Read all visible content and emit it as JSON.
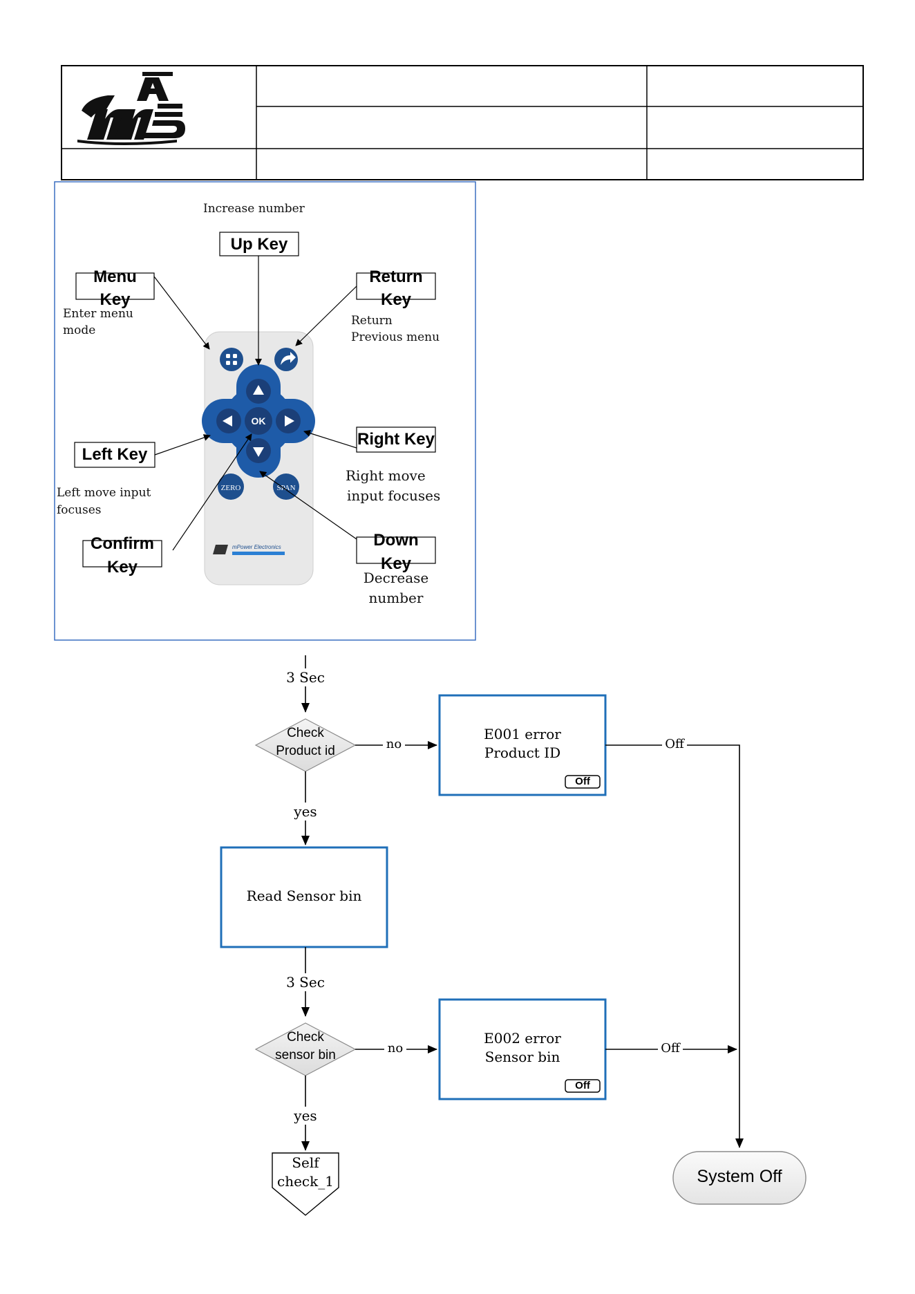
{
  "header": {
    "logo_letters": "mPA",
    "cells": [
      "",
      "",
      "",
      "",
      "",
      ""
    ]
  },
  "keypad": {
    "labels": {
      "up_key": "Up Key",
      "menu_key": "Menu Key",
      "return_key": "Return Key",
      "left_key": "Left Key",
      "right_key": "Right Key",
      "confirm_key": "Confirm Key",
      "down_key": "Down Key"
    },
    "descriptions": {
      "up": "Increase number",
      "menu_1": "Enter menu",
      "menu_2": "mode",
      "return_1": "Return",
      "return_2": "Previous menu",
      "right_1": "Right move",
      "right_2": "input focuses",
      "left_1": "Left move input",
      "left_2": "focuses",
      "down_1": "Decrease",
      "down_2": "number"
    },
    "device_buttons": {
      "ok": "OK",
      "zero": "ZERO",
      "span": "SPAN",
      "brand": "mPower Electronics"
    }
  },
  "flow": {
    "delay_1": "3 Sec",
    "decision_1_line1": "Check",
    "decision_1_line2": "Product id",
    "no_1": "no",
    "error_1_line1": "E001 error",
    "error_1_line2": "Product ID",
    "error_1_button": "Off",
    "off_1": "Off",
    "yes_1": "yes",
    "process_1": "Read Sensor bin",
    "delay_2": "3 Sec",
    "decision_2_line1": "Check",
    "decision_2_line2": "sensor bin",
    "no_2": "no",
    "error_2_line1": "E002 error",
    "error_2_line2": "Sensor bin",
    "error_2_button": "Off",
    "off_2": "Off",
    "yes_2": "yes",
    "connector_line1": "Self",
    "connector_line2": "check_1",
    "terminal": "System Off"
  },
  "colors": {
    "box_border": "#1f6fb8",
    "panel_border": "#3a6fc1",
    "device_blue": "#1e5ba8",
    "device_body": "#e6e6e6"
  }
}
